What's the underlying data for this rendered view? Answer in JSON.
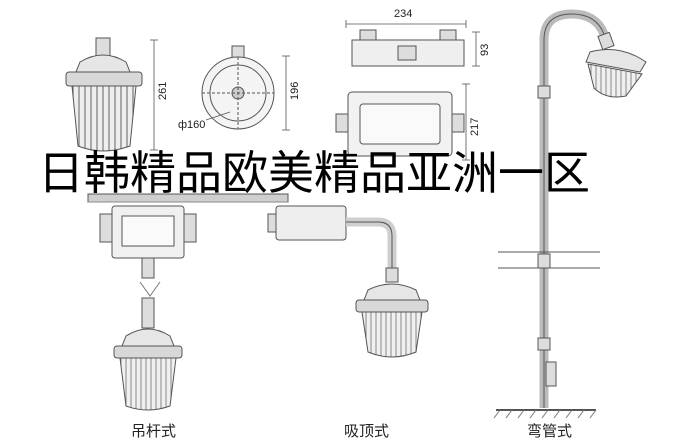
{
  "dimensions": {
    "height_hanging": "261",
    "diameter_label": "ф160",
    "height_top": "196",
    "width_box": "234",
    "height_box": "93",
    "depth_box": "217"
  },
  "banner": {
    "text": "日韩精品欧美精品亚洲一区"
  },
  "captions": {
    "pendant": "吊杆式",
    "ceiling": "吸顶式",
    "bent_pipe": "弯管式"
  },
  "colors": {
    "line": "#555555",
    "shade_fill": "#e6e6e6",
    "glass_fill": "#f0f0f0",
    "banner_text": "#000000"
  }
}
